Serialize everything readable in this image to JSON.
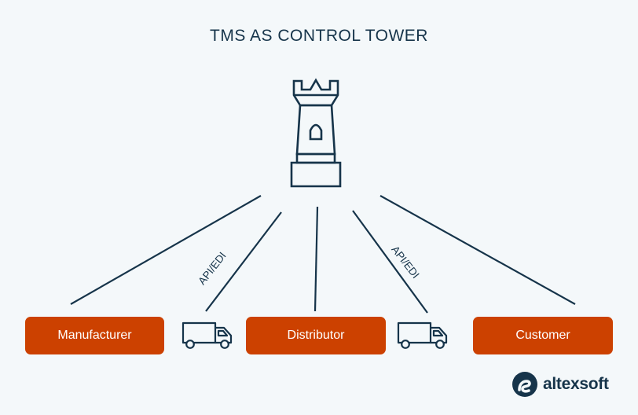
{
  "title": "TMS AS CONTROL TOWER",
  "nodes": {
    "manufacturer": "Manufacturer",
    "distributor": "Distributor",
    "customer": "Customer"
  },
  "edge_labels": {
    "left": "API/EDI",
    "right": "API/EDI"
  },
  "icons": {
    "tower": "control-tower-icon",
    "truck": "truck-icon",
    "logo": "altexsoft-logo-icon"
  },
  "logo": {
    "text": "altexsoft"
  },
  "colors": {
    "background": "#f4f8fa",
    "accent": "#cc4100",
    "line": "#16344a"
  }
}
